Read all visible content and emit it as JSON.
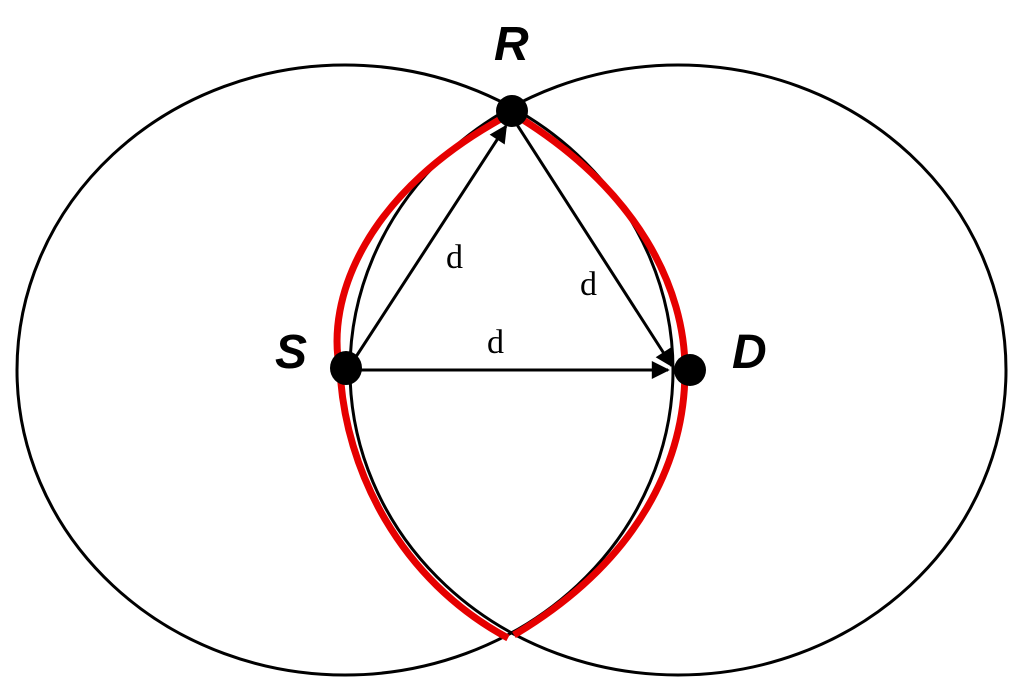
{
  "nodes": {
    "source": {
      "label": "S"
    },
    "relay": {
      "label": "R"
    },
    "destination": {
      "label": "D"
    }
  },
  "edges": {
    "source_to_relay": {
      "label": "d"
    },
    "relay_to_destination": {
      "label": "d"
    },
    "source_to_destination": {
      "label": "d"
    }
  },
  "colors": {
    "outline": "#000000",
    "intersection_region": "#e60000",
    "node_fill": "#000000"
  }
}
